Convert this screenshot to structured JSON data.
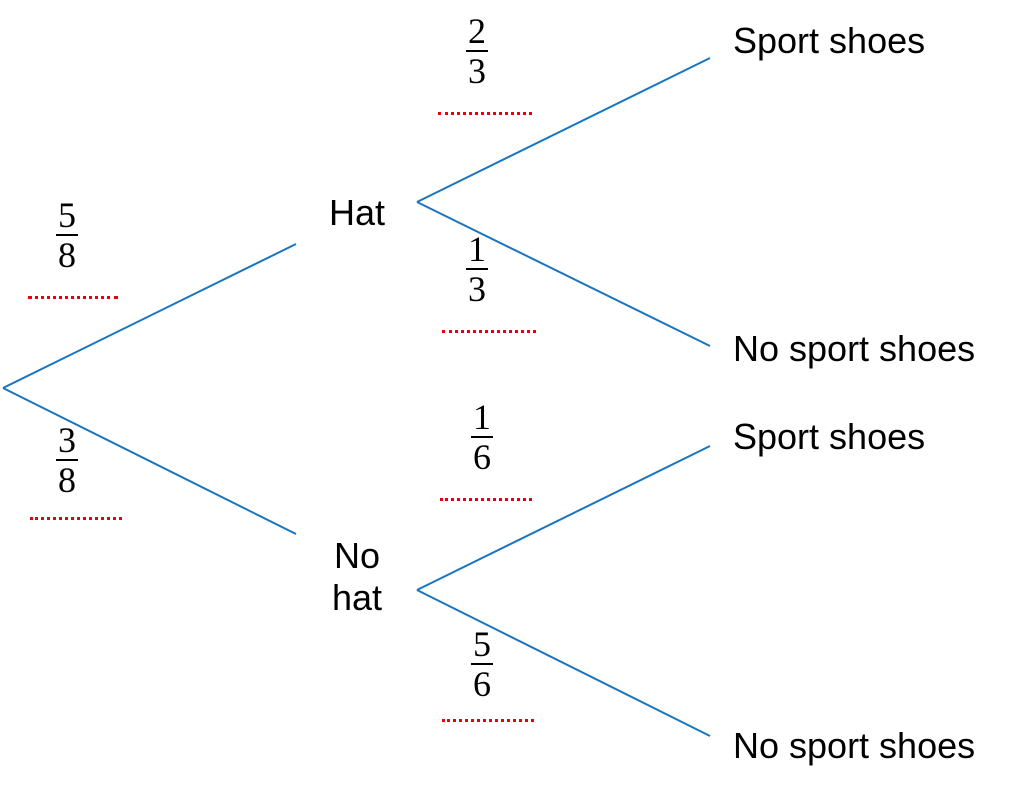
{
  "colors": {
    "branch_line": "#1a75bf",
    "text": "#000000",
    "answer_dots": "#e8000b"
  },
  "nodes": {
    "hat": "Hat",
    "no_hat_line1": "No",
    "no_hat_line2": "hat",
    "hat_sport_shoes": "Sport shoes",
    "hat_no_sport_shoes": "No sport shoes",
    "nohat_sport_shoes": "Sport shoes",
    "nohat_no_sport_shoes": "No sport shoes"
  },
  "probabilities": {
    "hat": {
      "numerator": "5",
      "denominator": "8"
    },
    "no_hat": {
      "numerator": "3",
      "denominator": "8"
    },
    "hat_sport_shoes": {
      "numerator": "2",
      "denominator": "3"
    },
    "hat_no_sport_shoes": {
      "numerator": "1",
      "denominator": "3"
    },
    "nohat_sport_shoes": {
      "numerator": "1",
      "denominator": "6"
    },
    "nohat_no_sport_shoes": {
      "numerator": "5",
      "denominator": "6"
    }
  }
}
